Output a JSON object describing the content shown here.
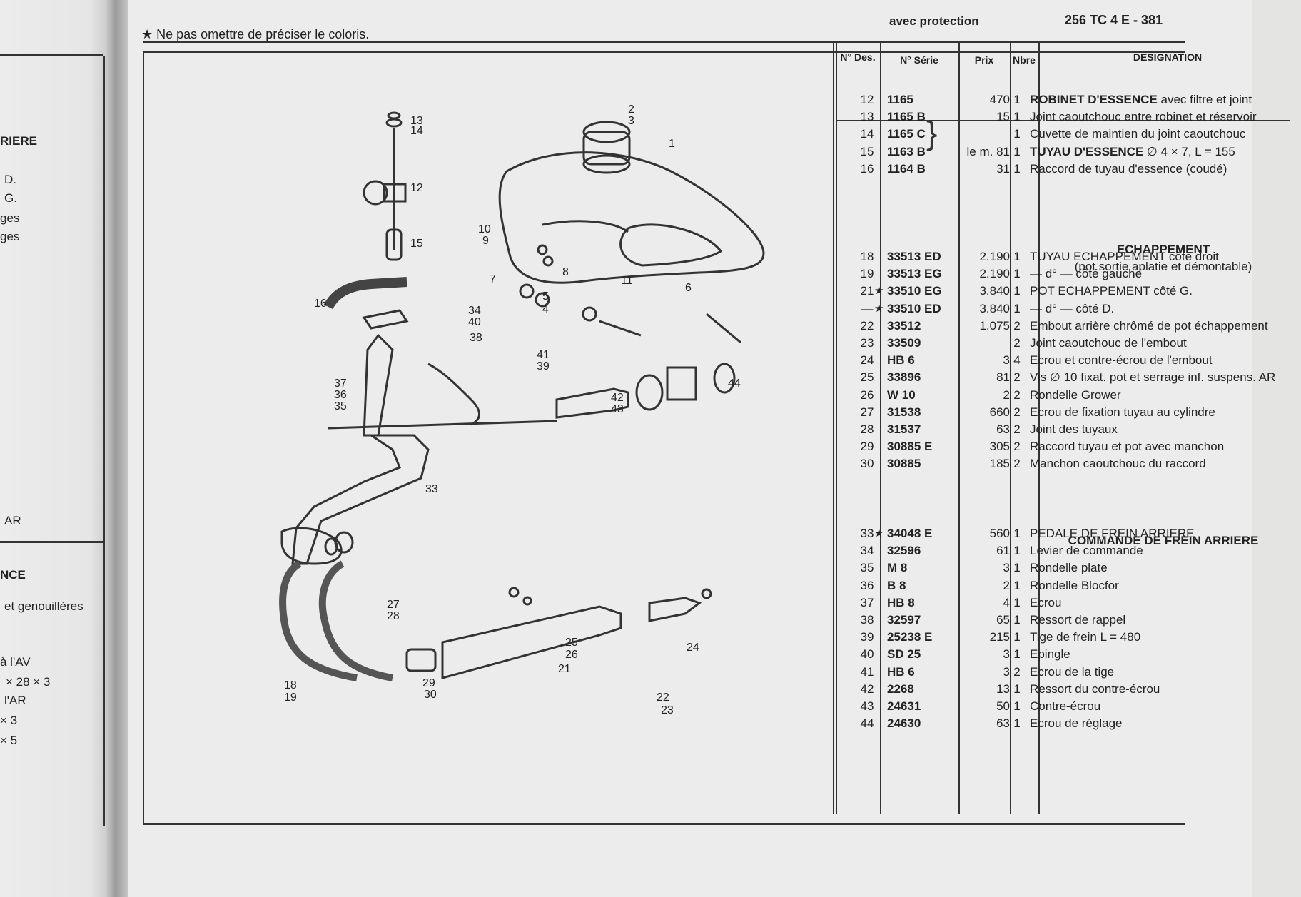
{
  "prev_page": {
    "fragments": [
      {
        "text": "RIERE",
        "bold": true
      },
      {
        "text": "D."
      },
      {
        "text": "G."
      },
      {
        "text": "ges"
      },
      {
        "text": "ges"
      },
      {
        "text": "AR"
      },
      {
        "text": "NCE",
        "bold": true
      },
      {
        "text": "et genouillères"
      },
      {
        "text": "à l'AV"
      },
      {
        "text": "× 28 × 3"
      },
      {
        "text": "l'AR"
      },
      {
        "text": "× 3"
      },
      {
        "text": "× 5"
      }
    ]
  },
  "header": {
    "note": "★ Ne pas omettre de préciser le coloris.",
    "running_head": "avec protection",
    "page_ref": "256 TC 4 E - 381"
  },
  "table_header": {
    "no": "N° Des.",
    "serie": "N° Série",
    "prix": "Prix",
    "nbre": "Nbre",
    "designation": "DESIGNATION"
  },
  "groups": [
    {
      "title": "",
      "subtitle": "",
      "rows": [
        {
          "no": "12",
          "star": "",
          "serie": "1165",
          "prix": "470",
          "nbre": "1",
          "designation": "ROBINET D'ESSENCE",
          "suffix": " avec filtre et joint"
        },
        {
          "no": "13",
          "star": "",
          "serie": "1165 B",
          "prix": "",
          "nbre": "1",
          "designation": "Joint caoutchouc entre robinet et réservoir",
          "suffix": ""
        },
        {
          "no": "14",
          "star": "",
          "serie": "1165 C",
          "prix": "",
          "nbre": "1",
          "designation": "Cuvette de maintien du joint caoutchouc",
          "suffix": ""
        },
        {
          "no": "15",
          "star": "",
          "serie": "1163 B",
          "prix": "le m. 81",
          "nbre": "1",
          "designation": "TUYAU D'ESSENCE",
          "suffix": " ∅ 4 × 7, L = 155"
        },
        {
          "no": "16",
          "star": "",
          "serie": "1164 B",
          "prix": "31",
          "nbre": "1",
          "designation": "Raccord de tuyau d'essence (coudé)",
          "suffix": ""
        }
      ],
      "shared_price": "15"
    },
    {
      "title": "ECHAPPEMENT",
      "subtitle": "(pot sortie aplatie et démontable)",
      "rows": [
        {
          "no": "18",
          "star": "",
          "serie": "33513 ED",
          "prix": "2.190",
          "nbre": "1",
          "designation": "TUYAU ECHAPPEMENT côté droit",
          "suffix": ""
        },
        {
          "no": "19",
          "star": "",
          "serie": "33513 EG",
          "prix": "2.190",
          "nbre": "1",
          "designation": "— d° — côté gauche",
          "suffix": ""
        },
        {
          "no": "21",
          "star": "★",
          "serie": "33510 EG",
          "prix": "3.840",
          "nbre": "1",
          "designation": "POT ECHAPPEMENT côté G.",
          "suffix": ""
        },
        {
          "no": "—",
          "star": "★",
          "serie": "33510 ED",
          "prix": "3.840",
          "nbre": "1",
          "designation": "— d° — côté D.",
          "suffix": ""
        },
        {
          "no": "22",
          "star": "",
          "serie": "33512",
          "prix": "1.075",
          "nbre": "2",
          "designation": "Embout arrière chrômé de pot échappement",
          "suffix": ""
        },
        {
          "no": "23",
          "star": "",
          "serie": "33509",
          "prix": "",
          "nbre": "2",
          "designation": "Joint caoutchouc de l'embout",
          "suffix": ""
        },
        {
          "no": "24",
          "star": "",
          "serie": "HB 6",
          "prix": "3",
          "nbre": "4",
          "designation": "Ecrou et contre-écrou de l'embout",
          "suffix": ""
        },
        {
          "no": "25",
          "star": "",
          "serie": "33896",
          "prix": "81",
          "nbre": "2",
          "designation": "Vis ∅ 10 fixat. pot et serrage inf. suspens. AR",
          "suffix": ""
        },
        {
          "no": "26",
          "star": "",
          "serie": "W 10",
          "prix": "2",
          "nbre": "2",
          "designation": "Rondelle Grower",
          "suffix": ""
        },
        {
          "no": "27",
          "star": "",
          "serie": "31538",
          "prix": "660",
          "nbre": "2",
          "designation": "Ecrou de fixation tuyau au cylindre",
          "suffix": ""
        },
        {
          "no": "28",
          "star": "",
          "serie": "31537",
          "prix": "63",
          "nbre": "2",
          "designation": "Joint des tuyaux",
          "suffix": ""
        },
        {
          "no": "29",
          "star": "",
          "serie": "30885 E",
          "prix": "305",
          "nbre": "2",
          "designation": "Raccord tuyau et pot avec manchon",
          "suffix": ""
        },
        {
          "no": "30",
          "star": "",
          "serie": "30885",
          "prix": "185",
          "nbre": "2",
          "designation": "Manchon caoutchouc du raccord",
          "suffix": ""
        }
      ]
    },
    {
      "title": "COMMANDE DE FREIN ARRIERE",
      "subtitle": "",
      "rows": [
        {
          "no": "33",
          "star": "★",
          "serie": "34048 E",
          "prix": "560",
          "nbre": "1",
          "designation": "PEDALE DE FREIN ARRIERE",
          "suffix": ""
        },
        {
          "no": "34",
          "star": "",
          "serie": "32596",
          "prix": "61",
          "nbre": "1",
          "designation": "Levier de commande",
          "suffix": ""
        },
        {
          "no": "35",
          "star": "",
          "serie": "M 8",
          "prix": "3",
          "nbre": "1",
          "designation": "Rondelle plate",
          "suffix": ""
        },
        {
          "no": "36",
          "star": "",
          "serie": "B 8",
          "prix": "2",
          "nbre": "1",
          "designation": "Rondelle Blocfor",
          "suffix": ""
        },
        {
          "no": "37",
          "star": "",
          "serie": "HB 8",
          "prix": "4",
          "nbre": "1",
          "designation": "Ecrou",
          "suffix": ""
        },
        {
          "no": "38",
          "star": "",
          "serie": "32597",
          "prix": "65",
          "nbre": "1",
          "designation": "Ressort de rappel",
          "suffix": ""
        },
        {
          "no": "39",
          "star": "",
          "serie": "25238 E",
          "prix": "215",
          "nbre": "1",
          "designation": "Tige de frein L = 480",
          "suffix": ""
        },
        {
          "no": "40",
          "star": "",
          "serie": "SD 25",
          "prix": "3",
          "nbre": "1",
          "designation": "Epingle",
          "suffix": ""
        },
        {
          "no": "41",
          "star": "",
          "serie": "HB 6",
          "prix": "3",
          "nbre": "2",
          "designation": "Ecrou de la tige",
          "suffix": ""
        },
        {
          "no": "42",
          "star": "",
          "serie": "2268",
          "prix": "13",
          "nbre": "1",
          "designation": "Ressort du contre-écrou",
          "suffix": ""
        },
        {
          "no": "43",
          "star": "",
          "serie": "24631",
          "prix": "50",
          "nbre": "1",
          "designation": "Contre-écrou",
          "suffix": ""
        },
        {
          "no": "44",
          "star": "",
          "serie": "24630",
          "prix": "63",
          "nbre": "1",
          "designation": "Ecrou de réglage",
          "suffix": ""
        }
      ]
    }
  ],
  "diagram_callouts": [
    "1",
    "2",
    "3",
    "4",
    "5",
    "6",
    "7",
    "8",
    "9",
    "10",
    "11",
    "12",
    "13",
    "14",
    "15",
    "16",
    "18",
    "19",
    "21",
    "22",
    "23",
    "24",
    "25",
    "26",
    "27",
    "28",
    "29",
    "30",
    "33",
    "34",
    "35",
    "36",
    "37",
    "38",
    "39",
    "40",
    "41",
    "42",
    "43",
    "44"
  ]
}
